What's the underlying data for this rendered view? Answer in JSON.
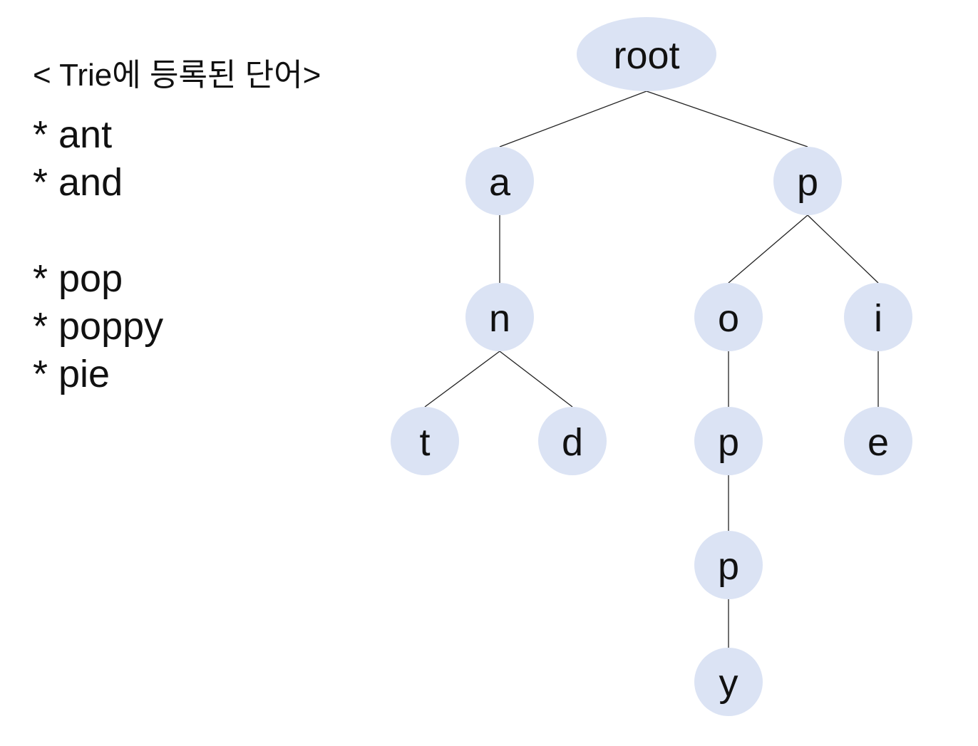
{
  "legend": {
    "title": "< Trie에 등록된 단어>",
    "groups": [
      {
        "words": [
          "* ant",
          "* and"
        ]
      },
      {
        "words": [
          "* pop",
          "* poppy",
          "* pie"
        ]
      }
    ]
  },
  "trie": {
    "node_fill": "#dbe3f4",
    "edge_color": "#222222",
    "nodes": [
      {
        "id": "root",
        "label": "root"
      },
      {
        "id": "a",
        "label": "a"
      },
      {
        "id": "p",
        "label": "p"
      },
      {
        "id": "an",
        "label": "n"
      },
      {
        "id": "ant",
        "label": "t"
      },
      {
        "id": "and",
        "label": "d"
      },
      {
        "id": "po",
        "label": "o"
      },
      {
        "id": "pi",
        "label": "i"
      },
      {
        "id": "pop",
        "label": "p"
      },
      {
        "id": "pie",
        "label": "e"
      },
      {
        "id": "popp",
        "label": "p"
      },
      {
        "id": "poppy",
        "label": "y"
      }
    ],
    "edges": [
      [
        "root",
        "a"
      ],
      [
        "root",
        "p"
      ],
      [
        "a",
        "an"
      ],
      [
        "an",
        "ant"
      ],
      [
        "an",
        "and"
      ],
      [
        "p",
        "po"
      ],
      [
        "p",
        "pi"
      ],
      [
        "po",
        "pop"
      ],
      [
        "pop",
        "popp"
      ],
      [
        "popp",
        "poppy"
      ],
      [
        "pi",
        "pie"
      ]
    ]
  }
}
